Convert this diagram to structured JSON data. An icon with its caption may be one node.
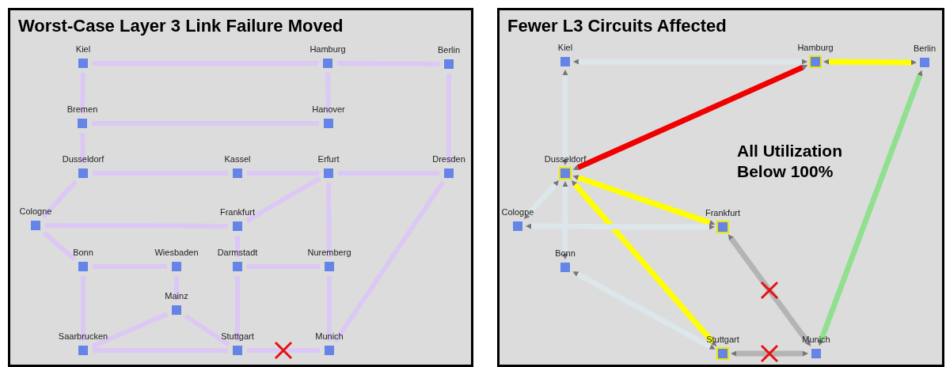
{
  "diagram": {
    "nodes": [
      {
        "text": [
          "Worst-Case Layer 3 Link Failure Moved"
        ]
      },
      {
        "text": [
          "Kiel"
        ],
        "in": 0
      },
      {
        "text": [
          "Hamburg"
        ],
        "in": 0
      },
      {
        "text": [
          "Berlin"
        ],
        "in": 0
      },
      {
        "text": [
          "Bremen"
        ],
        "in": 0
      },
      {
        "text": [
          "Hanover"
        ],
        "in": 0
      },
      {
        "text": [
          "Dusseldorf"
        ],
        "in": 0
      },
      {
        "text": [
          "Kassel"
        ],
        "in": 0
      },
      {
        "text": [
          "Erfurt"
        ],
        "in": 0
      },
      {
        "text": [
          "Dresden"
        ],
        "in": 0
      },
      {
        "text": [
          "Cologne"
        ],
        "in": 0
      },
      {
        "text": [
          "Frankfurt"
        ],
        "in": 0
      },
      {
        "text": [
          "Bonn"
        ],
        "in": 0
      },
      {
        "text": [
          "Wiesbaden"
        ],
        "in": 0
      },
      {
        "text": [
          "Darmstadt"
        ],
        "in": 0
      },
      {
        "text": [
          "Nuremberg"
        ],
        "in": 0
      },
      {
        "text": [
          "Mainz"
        ],
        "in": 0
      },
      {
        "text": [
          "Saarbrucken"
        ],
        "in": 0
      },
      {
        "text": [
          "Stuttgart"
        ],
        "in": 0
      },
      {
        "text": [
          "Munich"
        ],
        "in": 0
      },
      {
        "text": [
          "Fewer L3 Circuits Affected"
        ]
      },
      {
        "text": [
          "Kiel"
        ],
        "in": 20
      },
      {
        "text": [
          "Hamburg"
        ],
        "in": 20
      },
      {
        "text": [
          "Berlin"
        ],
        "in": 20
      },
      {
        "text": [
          "Dusseldorf"
        ],
        "in": 20
      },
      {
        "text": [
          "Cologne"
        ],
        "in": 20
      },
      {
        "text": [
          "Frankfurt"
        ],
        "in": 20
      },
      {
        "text": [
          "Bonn"
        ],
        "in": 20
      },
      {
        "text": [
          "Stuttgart"
        ],
        "in": 20
      },
      {
        "text": [
          "Munich"
        ],
        "in": 20
      }
    ],
    "edges": [
      {
        "from": 1,
        "to": 2,
        "arrow": "none"
      },
      {
        "from": 2,
        "to": 3,
        "arrow": "none"
      },
      {
        "from": 1,
        "to": 4,
        "arrow": "none"
      },
      {
        "from": 2,
        "to": 5,
        "arrow": "none"
      },
      {
        "from": 3,
        "to": 9,
        "arrow": "none"
      },
      {
        "from": 4,
        "to": 5,
        "arrow": "none"
      },
      {
        "from": 4,
        "to": 6,
        "arrow": "none"
      },
      {
        "from": 6,
        "to": 7,
        "arrow": "none"
      },
      {
        "from": 7,
        "to": 8,
        "arrow": "none"
      },
      {
        "from": 8,
        "to": 9,
        "arrow": "none"
      },
      {
        "from": 6,
        "to": 10,
        "arrow": "none"
      },
      {
        "from": 8,
        "to": 11,
        "arrow": "none"
      },
      {
        "from": 8,
        "to": 15,
        "arrow": "none"
      },
      {
        "from": 9,
        "to": 19,
        "arrow": "none"
      },
      {
        "from": 10,
        "to": 11,
        "arrow": "none"
      },
      {
        "from": 10,
        "to": 12,
        "arrow": "none"
      },
      {
        "from": 11,
        "to": 14,
        "arrow": "none"
      },
      {
        "from": 12,
        "to": 13,
        "arrow": "none"
      },
      {
        "from": 14,
        "to": 15,
        "arrow": "none"
      },
      {
        "from": 13,
        "to": 16,
        "arrow": "none"
      },
      {
        "from": 12,
        "to": 17,
        "arrow": "none"
      },
      {
        "from": 14,
        "to": 18,
        "arrow": "none"
      },
      {
        "from": 15,
        "to": 19,
        "arrow": "none"
      },
      {
        "from": 16,
        "to": 17,
        "arrow": "none"
      },
      {
        "from": 16,
        "to": 18,
        "arrow": "none"
      },
      {
        "from": 17,
        "to": 18,
        "arrow": "none"
      },
      {
        "from": 18,
        "to": 19,
        "arrow": "none"
      },
      {
        "from": 21,
        "to": 22,
        "arrow": "both",
        "color": "#dde6ea"
      },
      {
        "from": 22,
        "to": 23,
        "arrow": "both",
        "color": "#ffff00"
      },
      {
        "from": 21,
        "to": 24,
        "arrow": "both",
        "color": "#dde6ea"
      },
      {
        "from": 24,
        "to": 22,
        "arrow": "both",
        "color": "#f00000"
      },
      {
        "from": 24,
        "to": 25,
        "arrow": "both",
        "color": "#dde6ea"
      },
      {
        "from": 24,
        "to": 26,
        "arrow": "both",
        "color": "#ffff00"
      },
      {
        "from": 24,
        "to": 28,
        "arrow": "both",
        "color": "#ffff00"
      },
      {
        "from": 24,
        "to": 27,
        "arrow": "both",
        "color": "#dde6ea"
      },
      {
        "from": 25,
        "to": 26,
        "arrow": "both",
        "color": "#dde6ea"
      },
      {
        "from": 27,
        "to": 28,
        "arrow": "both",
        "color": "#dde6ea"
      },
      {
        "from": 26,
        "to": 29,
        "arrow": "both",
        "color": "#b4b4b4"
      },
      {
        "from": 28,
        "to": 29,
        "arrow": "both",
        "color": "#b4b4b4"
      },
      {
        "from": 23,
        "to": 29,
        "arrow": "both",
        "color": "#90e090"
      }
    ],
    "labels": [
      "All Utilization Below 100%"
    ]
  }
}
